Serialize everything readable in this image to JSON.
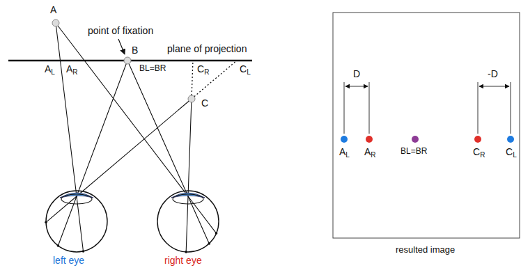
{
  "diagram": {
    "labels": [
      "A",
      "point of fixation",
      "B",
      "plane of projection",
      "AL",
      "AR",
      "BL=BR",
      "CR",
      "CL",
      "C",
      "left eye",
      "right eye",
      "D",
      "-D",
      "AL",
      "AR",
      "BL=BR",
      "CR",
      "CL",
      "resulted image"
    ]
  }
}
